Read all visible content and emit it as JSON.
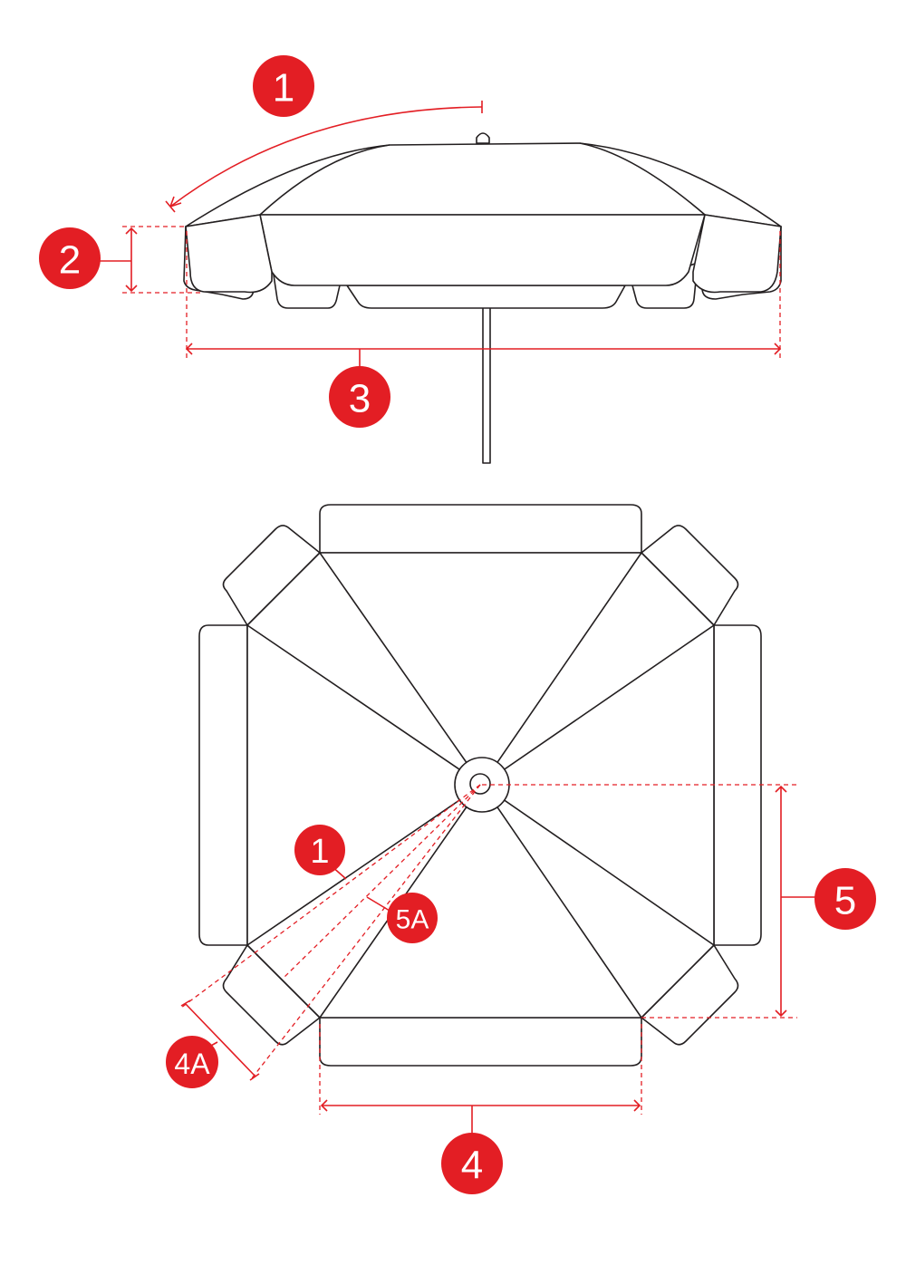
{
  "colors": {
    "accent": "#e31e24",
    "line": "#231f20"
  },
  "labels": {
    "side_arc": "1",
    "side_drop": "2",
    "side_width": "3",
    "plan_rib": "1",
    "plan_5a": "5A",
    "plan_5": "5",
    "plan_4a": "4A",
    "plan_4": "4"
  }
}
